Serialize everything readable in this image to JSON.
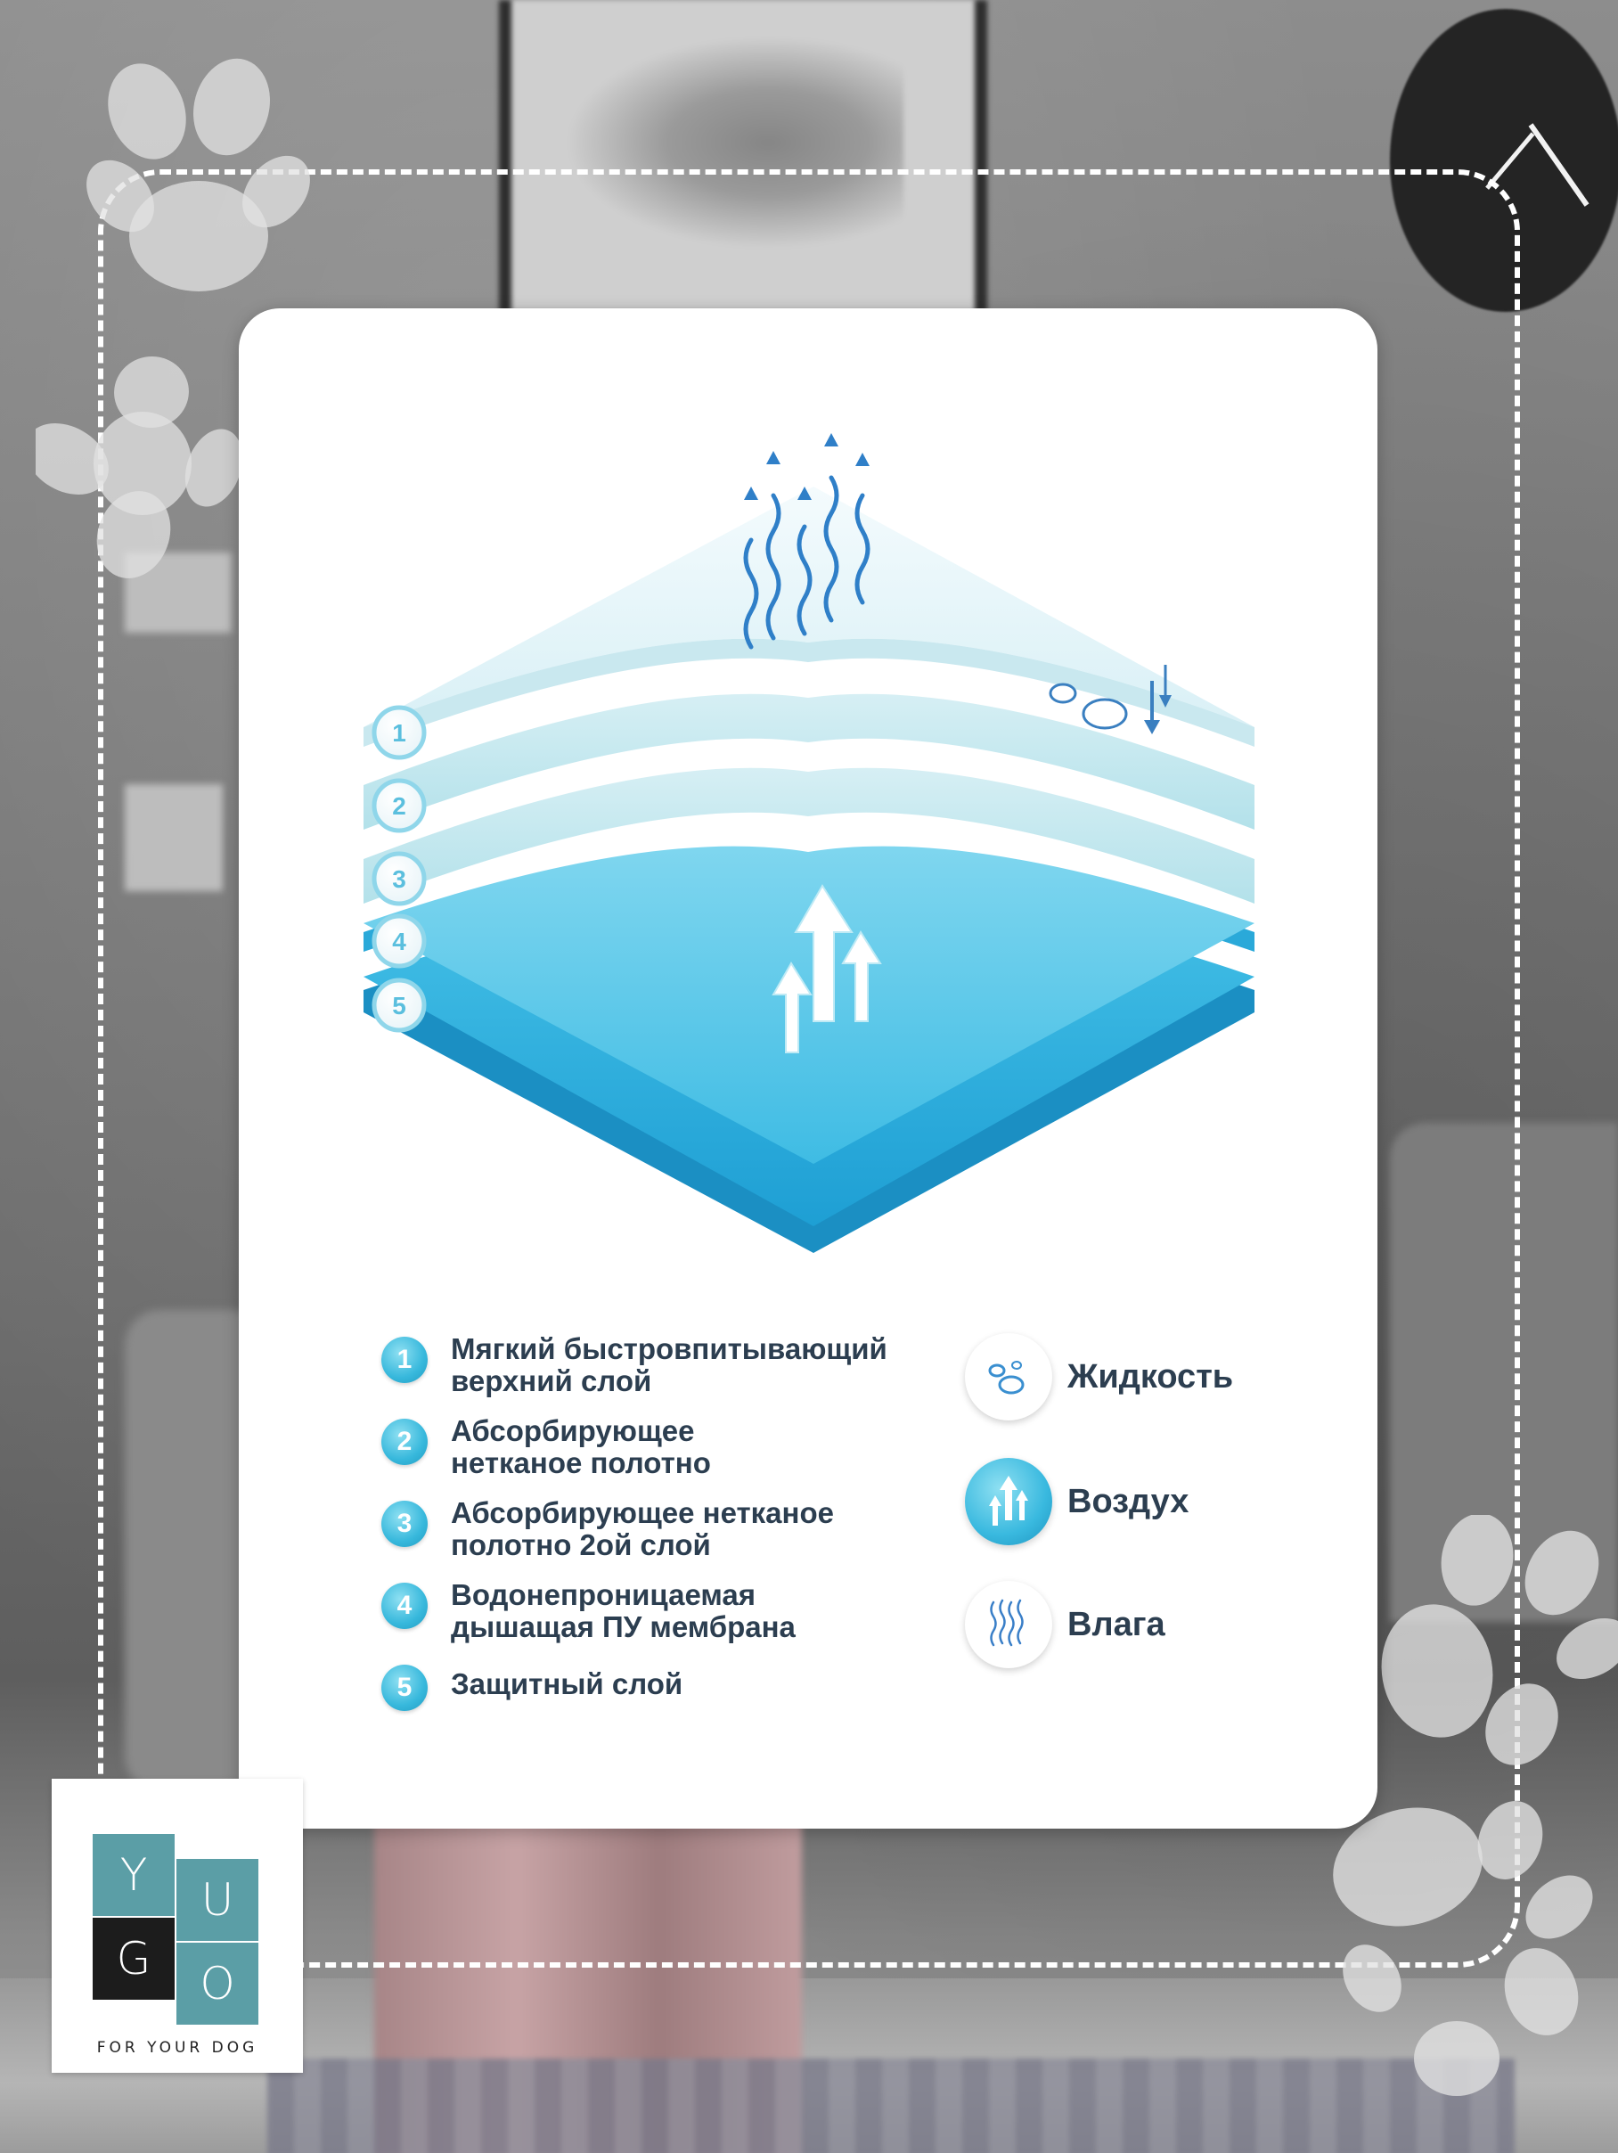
{
  "colors": {
    "badge": "#37b8dc",
    "layer_top": "#e9f7fb",
    "layer_mid": "#bfe6ee",
    "layer_membrane": "#5fcbe8",
    "layer_bottom": "#2aa9d9",
    "text": "#2c3e50",
    "logo_teal": "#5b9ea6",
    "logo_dark": "#1c1c1c"
  },
  "diagram": {
    "layer_numbers": [
      "1",
      "2",
      "3",
      "4",
      "5"
    ]
  },
  "legend": {
    "items": [
      {
        "num": "1",
        "line1": "Мягкий быстровпитывающий",
        "line2": "верхний слой"
      },
      {
        "num": "2",
        "line1": "Абсорбирующее",
        "line2": "нетканое полотно"
      },
      {
        "num": "3",
        "line1": "Абсорбирующее нетканое",
        "line2": "полотно 2ой слой"
      },
      {
        "num": "4",
        "line1": "Водонепроницаемая",
        "line2": "дышащая ПУ мембрана"
      },
      {
        "num": "5",
        "line1": "Защитный слой",
        "line2": ""
      }
    ]
  },
  "key": {
    "liquid": {
      "label": "Жидкость",
      "icon": "droplets-icon"
    },
    "air": {
      "label": "Воздух",
      "icon": "air-arrows-icon"
    },
    "moisture": {
      "label": "Влага",
      "icon": "vapor-wave-icon"
    }
  },
  "logo": {
    "letters": [
      "Y",
      "U",
      "G",
      "O"
    ],
    "tagline": "FOR YOUR DOG"
  }
}
